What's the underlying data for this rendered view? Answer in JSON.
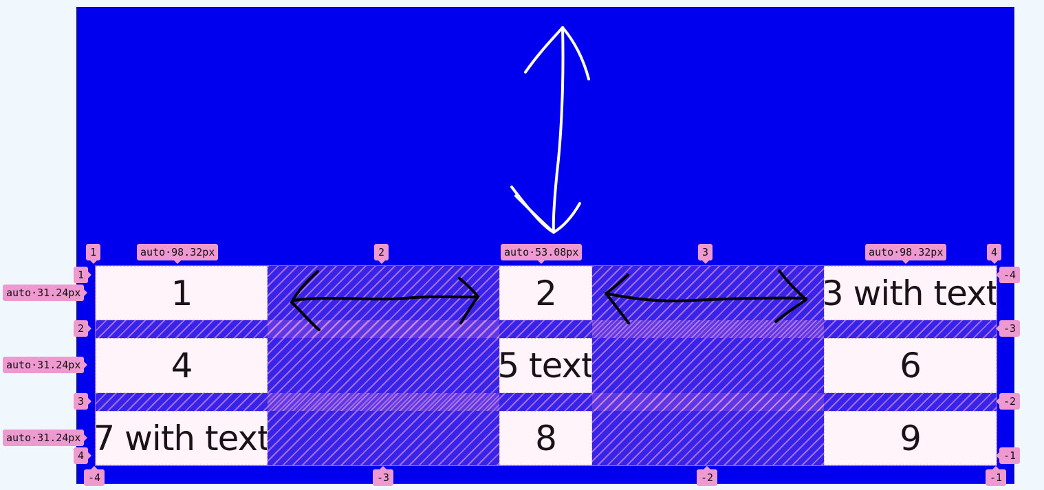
{
  "grid": {
    "cells": [
      "1",
      "2",
      "3 with text",
      "4",
      "5 text",
      "6",
      "7 with text",
      "8",
      "9"
    ],
    "column_sizes": [
      "auto·98.32px",
      "auto·53.08px",
      "auto·98.32px"
    ],
    "row_sizes": [
      "auto·31.24px",
      "auto·31.24px",
      "auto·31.24px"
    ],
    "column_lines_top": [
      "1",
      "2",
      "3",
      "4"
    ],
    "column_lines_bottom": [
      "-4",
      "-3",
      "-2",
      "-1"
    ],
    "row_lines_left": [
      "1",
      "2",
      "3",
      "4"
    ],
    "row_lines_right": [
      "-4",
      "-3",
      "-2",
      "-1"
    ]
  },
  "colors": {
    "container_background": "#0000ee",
    "badge": "#ee9ad0",
    "cell_background": "#fff4fa",
    "gap_overlay": "#a064dc"
  },
  "annotations": {
    "vertical_arrow": "white-double-arrow-icon",
    "horizontal_arrows": "black-double-arrow-icon"
  }
}
